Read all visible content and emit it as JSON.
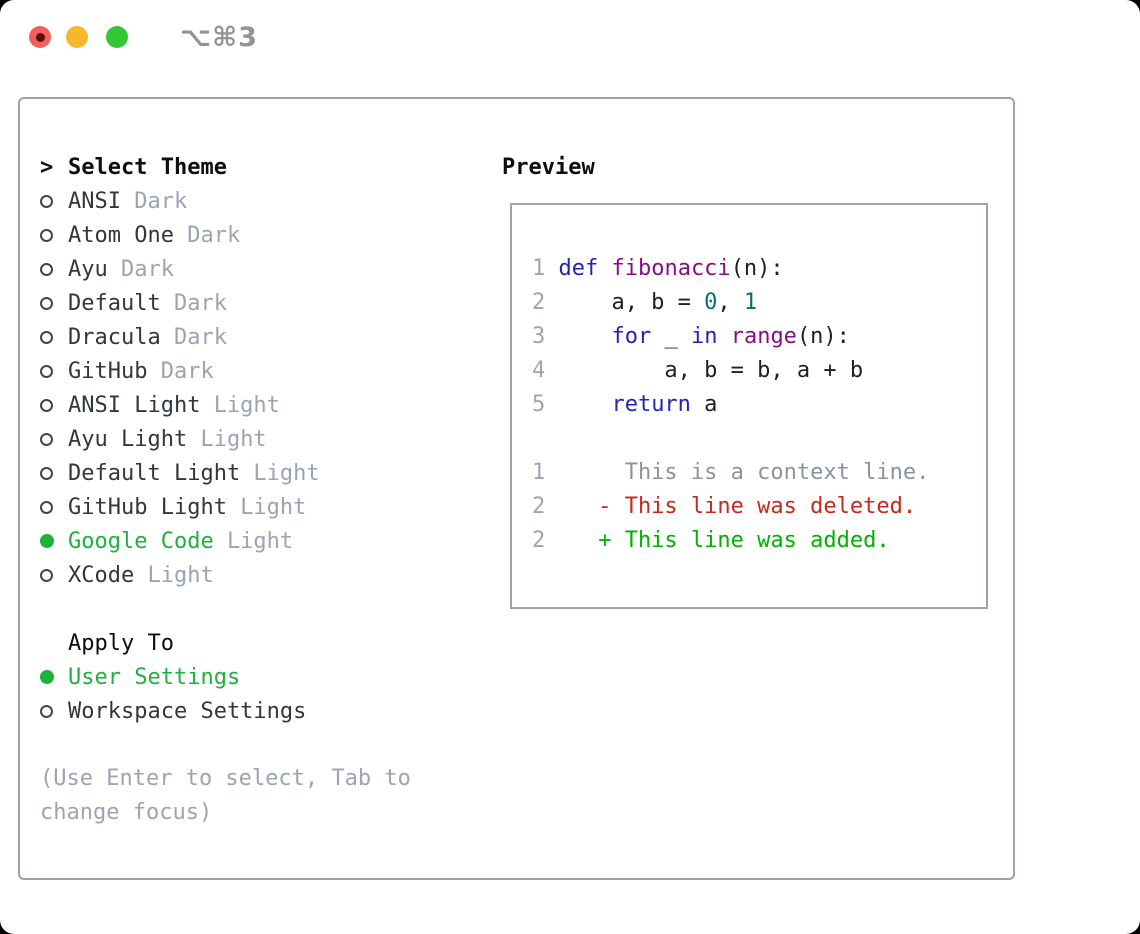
{
  "window": {
    "title": "⌥⌘3"
  },
  "colors": {
    "window_border": "#9aa4ae",
    "text_dark": "#30373e",
    "text_black": "#0c0f12",
    "muted_gray": "#9aa5b1",
    "accent_green": "#1db23c",
    "diff_added": "#00b100",
    "diff_deleted": "#c7291a",
    "context_gray": "#8a949e",
    "syntax_keyword": "#2323bb",
    "syntax_function": "#880e88",
    "syntax_number": "#0a6e6e",
    "syntax_plain": "#1f1f1f",
    "title_gray": "#8e949a",
    "traffic_red": "#f2605b",
    "traffic_yellow": "#f8b62c",
    "traffic_green": "#33c637"
  },
  "theme_list": {
    "cursor": ">",
    "header": "Select Theme",
    "items": [
      {
        "name": "ANSI",
        "variant": "Dark",
        "selected": false
      },
      {
        "name": "Atom One",
        "variant": "Dark",
        "selected": false
      },
      {
        "name": "Ayu",
        "variant": "Dark",
        "selected": false
      },
      {
        "name": "Default",
        "variant": "Dark",
        "selected": false
      },
      {
        "name": "Dracula",
        "variant": "Dark",
        "selected": false
      },
      {
        "name": "GitHub",
        "variant": "Dark",
        "selected": false
      },
      {
        "name": "ANSI Light",
        "variant": "Light",
        "selected": false
      },
      {
        "name": "Ayu Light",
        "variant": "Light",
        "selected": false
      },
      {
        "name": "Default Light",
        "variant": "Light",
        "selected": false
      },
      {
        "name": "GitHub Light",
        "variant": "Light",
        "selected": false
      },
      {
        "name": "Google Code",
        "variant": "Light",
        "selected": true
      },
      {
        "name": "XCode",
        "variant": "Light",
        "selected": false
      }
    ]
  },
  "apply_to": {
    "header": "Apply To",
    "items": [
      {
        "label": "User Settings",
        "selected": true
      },
      {
        "label": "Workspace Settings",
        "selected": false
      }
    ]
  },
  "hint": "(Use Enter to select, Tab to change focus)",
  "preview": {
    "header": "Preview",
    "lines": [
      {
        "num": "1",
        "kind": "code",
        "segments": [
          [
            "def",
            "kw"
          ],
          [
            " ",
            "pl"
          ],
          [
            "fibonacci",
            "fn"
          ],
          [
            "(n):",
            "pl"
          ]
        ]
      },
      {
        "num": "2",
        "kind": "code",
        "segments": [
          [
            "    a, b = ",
            "pl"
          ],
          [
            "0",
            "num"
          ],
          [
            ", ",
            "pl"
          ],
          [
            "1",
            "num"
          ]
        ]
      },
      {
        "num": "3",
        "kind": "code",
        "segments": [
          [
            "    ",
            "pl"
          ],
          [
            "for",
            "kw"
          ],
          [
            " _ ",
            "pl"
          ],
          [
            "in",
            "kw"
          ],
          [
            " ",
            "pl"
          ],
          [
            "range",
            "fn"
          ],
          [
            "(n):",
            "pl"
          ]
        ]
      },
      {
        "num": "4",
        "kind": "code",
        "segments": [
          [
            "        a, b = b, a + b",
            "pl"
          ]
        ]
      },
      {
        "num": "5",
        "kind": "code",
        "segments": [
          [
            "    ",
            "pl"
          ],
          [
            "return",
            "kw"
          ],
          [
            " a",
            "pl"
          ]
        ]
      },
      {
        "num": "",
        "kind": "blank",
        "segments": []
      },
      {
        "num": "1",
        "kind": "context",
        "segments": [
          [
            "     This is a context line.",
            "ctx"
          ]
        ]
      },
      {
        "num": "2",
        "kind": "deleted",
        "segments": [
          [
            "   - This line was deleted.",
            "del"
          ]
        ]
      },
      {
        "num": "2",
        "kind": "added",
        "segments": [
          [
            "   + This line was added.",
            "add"
          ]
        ]
      }
    ]
  }
}
